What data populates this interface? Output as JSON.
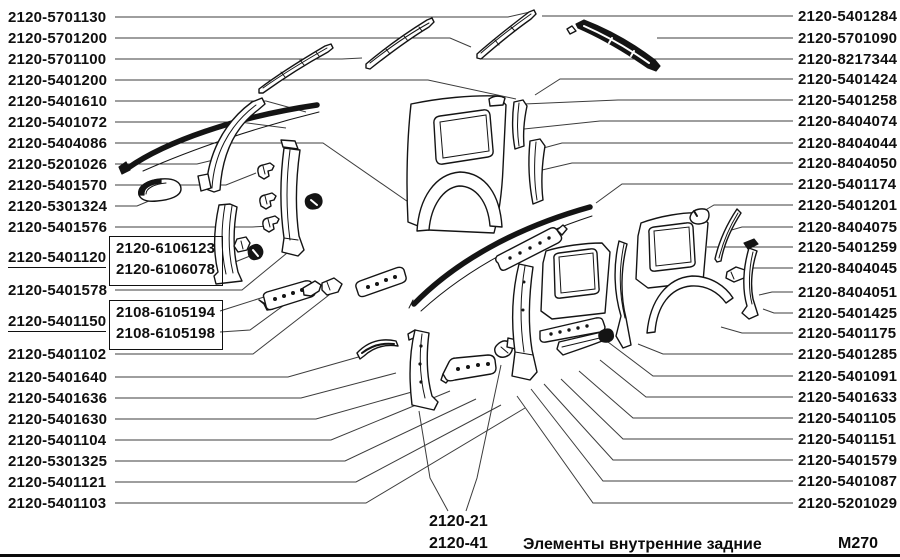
{
  "page": {
    "background": "#ffffff",
    "line_color": "#3c3c3c",
    "ink_color": "#141414"
  },
  "part_labels": {
    "left": [
      "2120-5701130",
      "2120-5701200",
      "2120-5701100",
      "2120-5401200",
      "2120-5401610",
      "2120-5401072",
      "2120-5404086",
      "2120-5201026",
      "2120-5401570",
      "2120-5301324",
      "2120-5401576",
      "2120-5401120",
      "2120-5401578",
      "2120-5401150",
      "2120-5401102",
      "2120-5401640",
      "2120-5401636",
      "2120-5401630",
      "2120-5401104",
      "2120-5301325",
      "2120-5401121",
      "2120-5401103"
    ],
    "left_underlined": [
      "2120-5401120",
      "2120-5401150"
    ],
    "boxed_groups": [
      [
        "2120-6106123",
        "2120-6106078"
      ],
      [
        "2108-6105194",
        "2108-6105198"
      ]
    ],
    "right": [
      "2120-5401284",
      "2120-5701090",
      "2120-8217344",
      "2120-5401424",
      "2120-5401258",
      "2120-8404074",
      "2120-8404044",
      "2120-8404050",
      "2120-5401174",
      "2120-5401201",
      "2120-8404075",
      "2120-5401259",
      "2120-8404045",
      "2120-8404051",
      "2120-5401425",
      "2120-5401175",
      "2120-5401285",
      "2120-5401091",
      "2120-5401633",
      "2120-5401105",
      "2120-5401151",
      "2120-5401579",
      "2120-5401087",
      "2120-5201029"
    ]
  },
  "footer": {
    "model_codes": [
      "2120-21",
      "2120-41"
    ],
    "caption": "Элементы внутренние задние",
    "sheet_code": "M270"
  }
}
